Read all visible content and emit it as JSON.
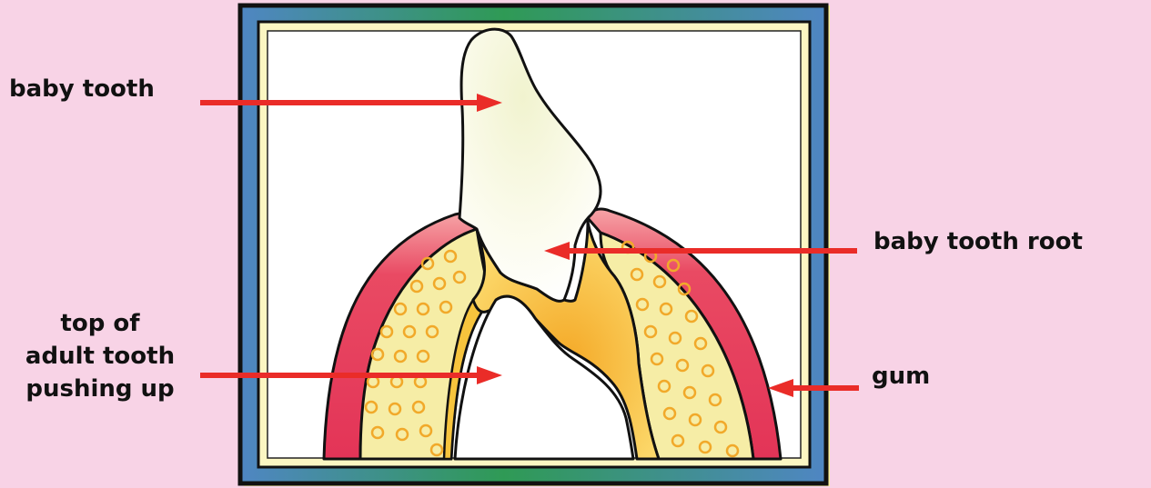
{
  "labels": {
    "baby_tooth": "baby tooth",
    "baby_tooth_root": "baby tooth root",
    "gum": "gum",
    "adult_tooth": [
      "top of",
      "adult tooth",
      "pushing up"
    ]
  },
  "colors": {
    "background": "#f8d3e6",
    "frame_blue": "#4f86c3",
    "frame_green": "#2f9a55",
    "frame_inner_yellow": "#fbf6c2",
    "gum_red": "#e83c5d",
    "bone_yellow": "#f6eda6",
    "bone_circle": "#f1a92a",
    "root_yellow": "#f7c43d",
    "arrow_red": "#ea2c28",
    "tooth_cream": "#f4f5d9"
  }
}
